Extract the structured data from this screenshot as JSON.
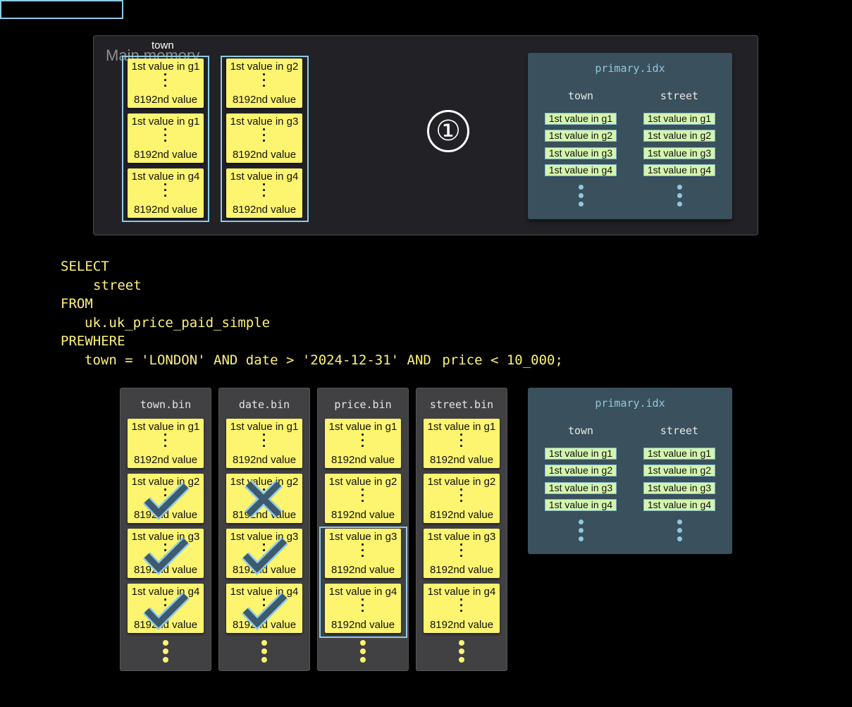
{
  "memory": {
    "title": "Main memory",
    "column_label": "town",
    "step_marker": "①",
    "granules": [
      [
        {
          "first": "1st value in g1",
          "last": "8192nd value"
        },
        {
          "first": "1st value in g1",
          "last": "8192nd value"
        },
        {
          "first": "1st value in g4",
          "last": "8192nd value"
        }
      ],
      [
        {
          "first": "1st value in g2",
          "last": "8192nd value"
        },
        {
          "first": "1st value in g3",
          "last": "8192nd value"
        },
        {
          "first": "1st value in g4",
          "last": "8192nd value"
        }
      ]
    ]
  },
  "primary_index": {
    "title": "primary.idx",
    "columns": [
      "town",
      "street"
    ],
    "entries": [
      "1st value in g1",
      "1st value in g2",
      "1st value in g3",
      "1st value in g4"
    ]
  },
  "sql": {
    "line1": "SELECT",
    "line2": "street",
    "line3": "FROM",
    "line4": "uk.uk_price_paid_simple",
    "line5": "PREWHERE",
    "line6_prefix": "town = 'LONDON' AND date > '2024-12-31' AND ",
    "line6_highlight": "price < 10_000",
    "line6_suffix": ";"
  },
  "bins": [
    {
      "name": "town.bin",
      "marks": [
        "",
        "check",
        "check",
        "check"
      ]
    },
    {
      "name": "date.bin",
      "marks": [
        "",
        "cross",
        "check",
        "check"
      ]
    },
    {
      "name": "price.bin",
      "marks": [
        "",
        "",
        "",
        ""
      ],
      "highlighted_granules": [
        3,
        4
      ]
    },
    {
      "name": "street.bin",
      "marks": [
        "",
        "",
        "",
        ""
      ]
    }
  ],
  "granule_labels": [
    "1st value in g1",
    "1st value in g2",
    "1st value in g3",
    "1st value in g4"
  ],
  "granule_last": "8192nd value",
  "colors": {
    "background": "#000000",
    "granule": "#fdf46f",
    "index_panel": "#3a505c",
    "index_entry": "#d4f5ad",
    "highlight_outline": "#8ecbe8",
    "sql_text": "#fff27a",
    "mark": "#3d5a6e"
  },
  "icons": {
    "check": "check-icon",
    "cross": "cross-icon",
    "vertical_dots": "vertical-ellipsis-icon"
  }
}
